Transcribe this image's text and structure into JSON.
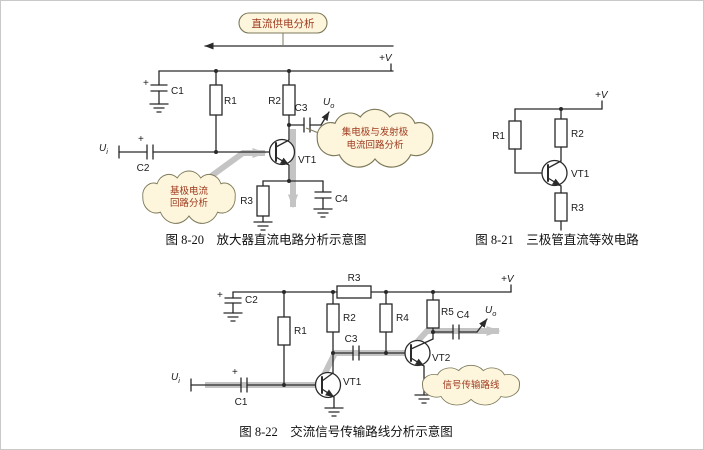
{
  "palette": {
    "background": "#ffffff",
    "frame_border": "#c9c9c9",
    "wire": "#2a2a2a",
    "highlight_arrow": "#c4c4c4",
    "callout_fill": "#fdf6dd",
    "callout_stroke": "#7d7a5a",
    "callout_text": "#a03a1e",
    "caption_text": "#111111"
  },
  "fig20": {
    "caption": "图 8-20　放大器直流电路分析示意图",
    "callout_dc_supply": "直流供电分析",
    "cloud_collector_emitter": {
      "line1": "集电极与发射极",
      "line2": "电流回路分析"
    },
    "cloud_base": {
      "line1": "基极电流",
      "line2": "回路分析"
    },
    "labels": {
      "vplus": "+V",
      "c1": "C1",
      "c1_plus": "+",
      "r1": "R1",
      "r2": "R2",
      "c3": "C3",
      "uo_main": "U",
      "uo_sub": "o",
      "ui_main": "U",
      "ui_sub": "i",
      "c2": "C2",
      "c2_plus": "+",
      "vt1": "VT1",
      "r3": "R3",
      "c4": "C4"
    }
  },
  "fig21": {
    "caption": "图 8-21　三极管直流等效电路",
    "labels": {
      "vplus": "+V",
      "r1": "R1",
      "r2": "R2",
      "vt1": "VT1",
      "r3": "R3"
    }
  },
  "fig22": {
    "caption": "图 8-22　交流信号传输路线分析示意图",
    "cloud_signal_path": "信号传输路线",
    "labels": {
      "vplus": "+V",
      "c2": "C2",
      "c2_plus": "+",
      "r3": "R3",
      "r1": "R1",
      "r2": "R2",
      "c3": "C3",
      "r4": "R4",
      "r5": "R5",
      "c4": "C4",
      "uo_main": "U",
      "uo_sub": "o",
      "ui_main": "U",
      "ui_sub": "i",
      "c1": "C1",
      "c1_plus": "+",
      "vt1": "VT1",
      "vt2": "VT2"
    }
  }
}
